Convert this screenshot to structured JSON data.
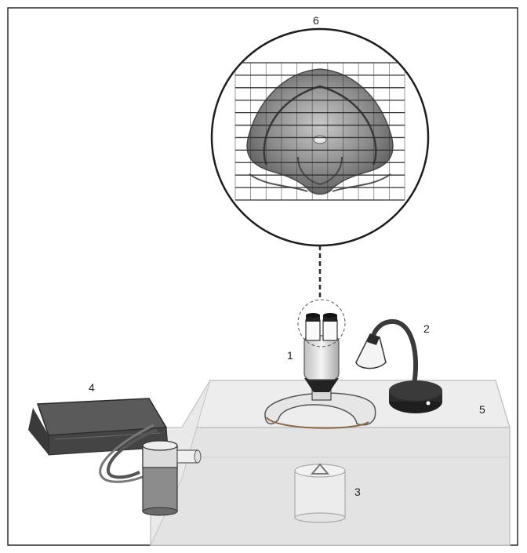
{
  "labels": {
    "microscope": "1",
    "lamp": "2",
    "specimen_jar": "3",
    "air_pump": "4",
    "aquarium": "5",
    "magnified_view": "6"
  },
  "grid": {
    "horizontal_lines": 12,
    "vertical_lines": 12
  },
  "colors": {
    "frame": "#2a2a2a",
    "tank_fill": "#e8e8e8",
    "tank_edge": "#bcbcbc",
    "dark_object": "#3a3a3a",
    "grid_line": "#2f2f2f"
  }
}
